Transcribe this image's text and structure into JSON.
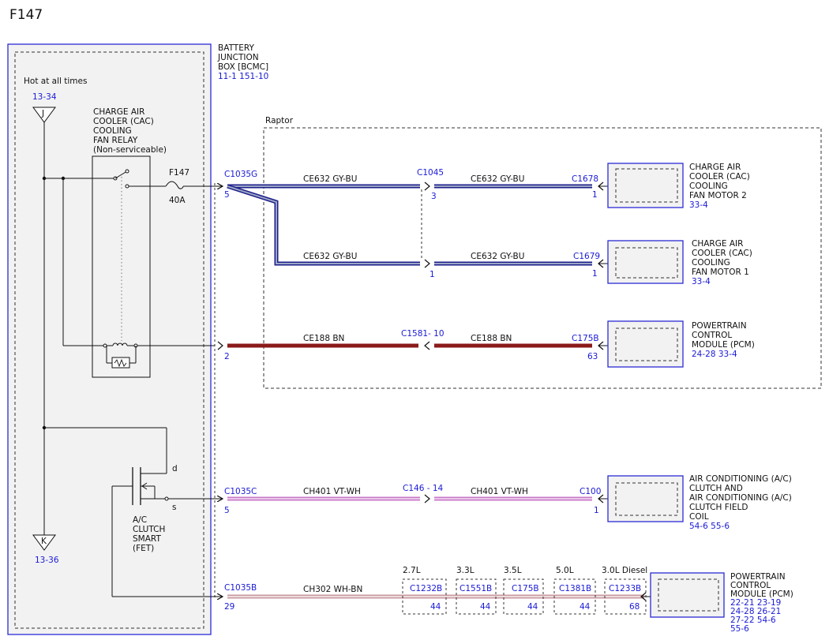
{
  "page": {
    "title": "F147"
  },
  "bcmc": {
    "label": [
      "BATTERY",
      "JUNCTION",
      "BOX [BCMC]"
    ],
    "refs": "11-1   151-10",
    "hot_label": "Hot at all times",
    "top_ref": "13-34",
    "top_letter": "J",
    "bottom_ref": "13-36",
    "bottom_letter": "K"
  },
  "relay": {
    "label": [
      "CHARGE AIR",
      "COOLER (CAC)",
      "COOLING",
      "FAN RELAY",
      "(Non-serviceable)"
    ]
  },
  "fuse": {
    "name": "F147",
    "rating": "40A"
  },
  "fet": {
    "label": [
      "A/C",
      "CLUTCH",
      "SMART",
      "(FET)"
    ],
    "pin_d": "d",
    "pin_s": "s"
  },
  "raptor": {
    "label": "Raptor"
  },
  "circuits": [
    {
      "conn_left": "C1035G",
      "pin_left": "5",
      "wire1": "CE632   GY-BU",
      "splice": "C1045",
      "splice_pin": "3",
      "wire2": "CE632   GY-BU",
      "conn_right": "C1678",
      "pin_right": "1"
    },
    {
      "wire1": "CE632   GY-BU",
      "splice_pin": "1",
      "wire2": "CE632   GY-BU",
      "conn_right": "C1679",
      "pin_right": "1"
    },
    {
      "pin_left": "2",
      "wire1": "CE188   BN",
      "splice": "C1581- 10",
      "wire2": "CE188   BN",
      "conn_right": "C175B",
      "pin_right": "63"
    },
    {
      "conn_left": "C1035C",
      "pin_left": "5",
      "wire1": "CH401  VT-WH",
      "splice": "C146 - 14",
      "wire2": "CH401  VT-WH",
      "conn_right": "C100",
      "pin_right": "1"
    },
    {
      "conn_left": "C1035B",
      "pin_left": "29",
      "wire1": "CH302    WH-BN"
    }
  ],
  "components": [
    {
      "label": [
        "CHARGE AIR",
        "COOLER (CAC)",
        "COOLING",
        "FAN MOTOR 2"
      ],
      "refs": [
        "33-4"
      ]
    },
    {
      "label": [
        "CHARGE AIR",
        "COOLER (CAC)",
        "COOLING",
        "FAN MOTOR 1"
      ],
      "refs": [
        "33-4"
      ]
    },
    {
      "label": [
        "POWERTRAIN",
        "CONTROL",
        "MODULE (PCM)"
      ],
      "refs": [
        "24-28 33-4"
      ]
    },
    {
      "label": [
        "AIR CONDITIONING (A/C)",
        "CLUTCH AND",
        "AIR CONDITIONING (A/C)",
        "CLUTCH FIELD",
        "COIL"
      ],
      "refs": [
        "54-6   55-6"
      ]
    },
    {
      "label": [
        "POWERTRAIN",
        "CONTROL",
        "MODULE (PCM)"
      ],
      "refs": [
        "22-21 23-19",
        "24-28 26-21",
        "27-22 54-6",
        "55-6"
      ]
    }
  ],
  "engine_variants": [
    {
      "engine": "2.7L",
      "connector": "C1232B",
      "pin": "44"
    },
    {
      "engine": "3.3L",
      "connector": "C1551B",
      "pin": "44"
    },
    {
      "engine": "3.5L",
      "connector": "C175B",
      "pin": "44"
    },
    {
      "engine": "5.0L",
      "connector": "C1381B",
      "pin": "44"
    },
    {
      "engine": "3.0L Diesel",
      "connector": "C1233B",
      "pin": "68"
    }
  ]
}
